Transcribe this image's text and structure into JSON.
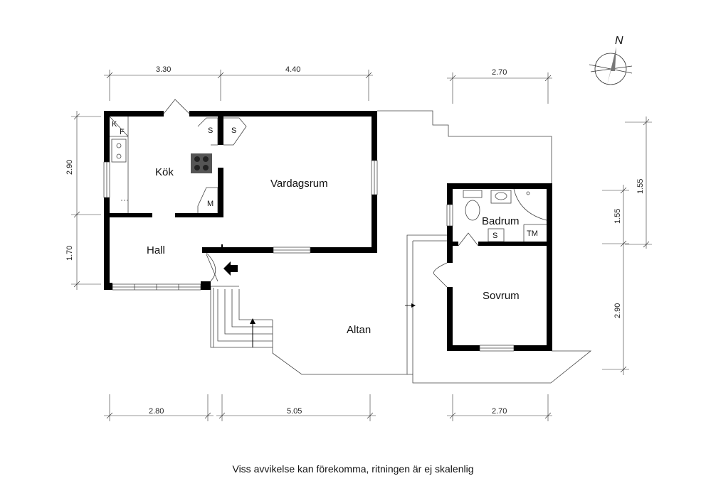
{
  "rooms": {
    "kok": "Kök",
    "vardagsrum": "Vardagsrum",
    "hall": "Hall",
    "altan": "Altan",
    "badrum": "Badrum",
    "sovrum": "Sovrum"
  },
  "fixtures": {
    "kyl": "K",
    "frys": "F",
    "skap_1": "S",
    "skap_2": "S",
    "mikro": "M",
    "skap_bad": "S",
    "tvattmaskin": "TM"
  },
  "dimensions": {
    "top": [
      "3.30",
      "4.40",
      "2.70"
    ],
    "bottom": [
      "2.80",
      "5.05",
      "2.70"
    ],
    "left": [
      "2.90",
      "1.70"
    ],
    "right": [
      "1.55",
      "1.55",
      "2.90"
    ]
  },
  "compass": {
    "label": "N"
  },
  "disclaimer": "Viss avvikelse kan förekomma, ritningen är ej skalenlig"
}
